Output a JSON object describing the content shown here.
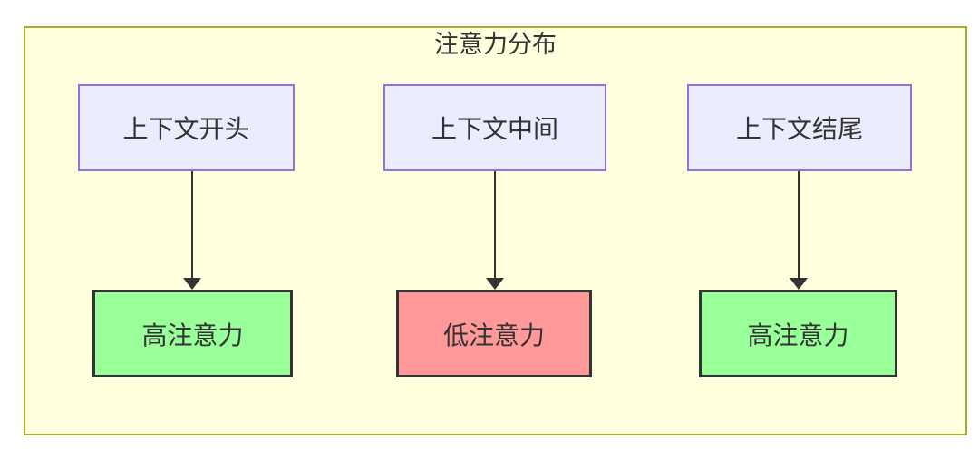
{
  "diagram": {
    "title": "注意力分布",
    "nodes": {
      "top": [
        {
          "label": "上下文开头"
        },
        {
          "label": "上下文中间"
        },
        {
          "label": "上下文结尾"
        }
      ],
      "bottom": [
        {
          "label": "高注意力",
          "level": "high"
        },
        {
          "label": "低注意力",
          "level": "low"
        },
        {
          "label": "高注意力",
          "level": "high"
        }
      ]
    },
    "edges": [
      {
        "from": "上下文开头",
        "to": "高注意力"
      },
      {
        "from": "上下文中间",
        "to": "低注意力"
      },
      {
        "from": "上下文结尾",
        "to": "高注意力"
      }
    ],
    "colors": {
      "container_bg": "#ffffde",
      "container_border": "#aaaa33",
      "node_bg": "#ececff",
      "node_border": "#9370db",
      "high_attention_bg": "#99ff99",
      "low_attention_bg": "#ff9999",
      "attention_border": "#333333",
      "text": "#333333",
      "arrow": "#333333"
    }
  }
}
